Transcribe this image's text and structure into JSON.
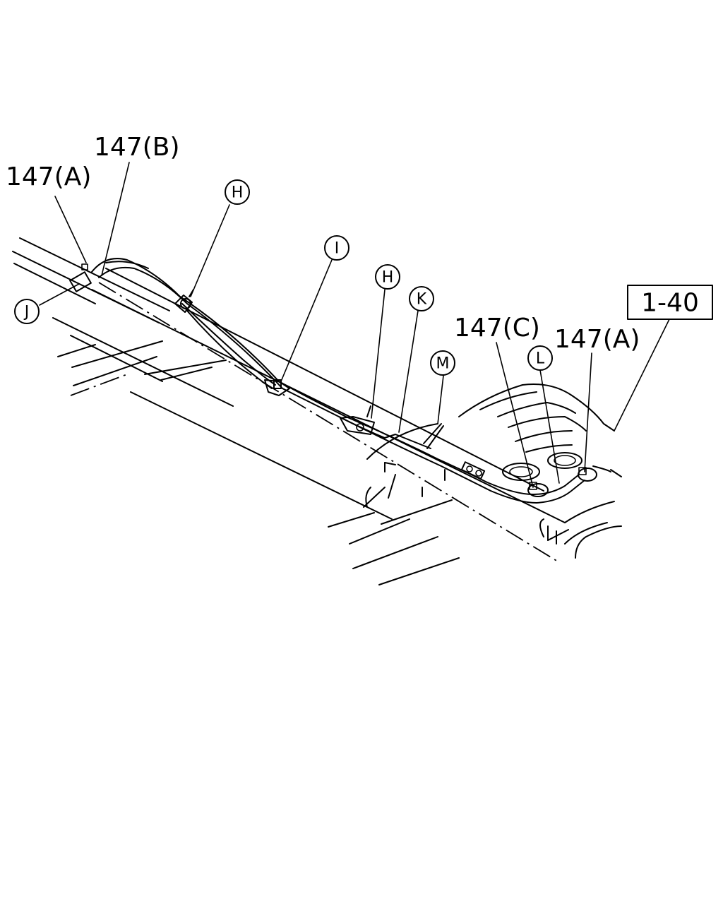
{
  "part_numbers": [
    {
      "id": "pn_147A_left",
      "text": "147(A)"
    },
    {
      "id": "pn_147B",
      "text": "147(B)"
    },
    {
      "id": "pn_147C",
      "text": "147(C)"
    },
    {
      "id": "pn_147A_right",
      "text": "147(A)"
    }
  ],
  "callouts": [
    {
      "id": "callout_J",
      "letter": "J"
    },
    {
      "id": "callout_H_left",
      "letter": "H"
    },
    {
      "id": "callout_I",
      "letter": "I"
    },
    {
      "id": "callout_H_mid",
      "letter": "H"
    },
    {
      "id": "callout_K",
      "letter": "K"
    },
    {
      "id": "callout_M",
      "letter": "M"
    },
    {
      "id": "callout_L",
      "letter": "L"
    }
  ],
  "reference": {
    "text": "1-40"
  }
}
